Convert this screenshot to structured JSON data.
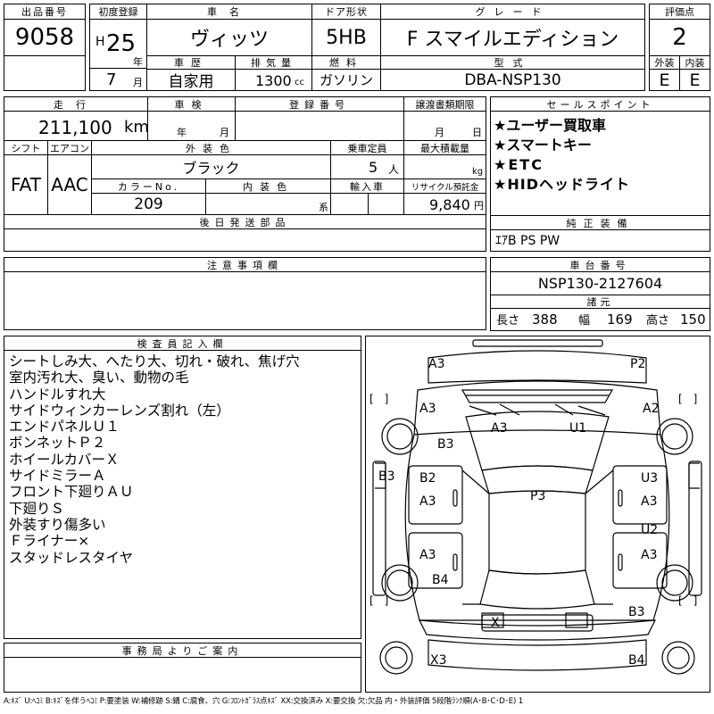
{
  "header": {
    "lot_label": "出品番号",
    "lot_number": "9058",
    "first_reg_label": "初度登録",
    "era": "H",
    "year": "25",
    "year_unit": "年",
    "month": "7",
    "month_unit": "月",
    "car_name_label": "車名",
    "car_name": "ヴィッツ",
    "door_label": "ドア形状",
    "door": "5HB",
    "grade_label": "グレード",
    "grade": "F スマイルエディション",
    "score_label": "評価点",
    "score": "2",
    "history_label": "車歴",
    "history": "自家用",
    "displacement_label": "排気量",
    "displacement": "1300",
    "displacement_unit": "cc",
    "fuel_label": "燃料",
    "fuel": "ガソリン",
    "model_label": "型式",
    "model": "DBA-NSP130",
    "exterior_label": "外装",
    "exterior": "E",
    "interior_label": "内装",
    "interior": "E"
  },
  "details": {
    "mileage_label": "走行",
    "mileage": "211,100",
    "mileage_unit": "km",
    "inspection_label": "車検",
    "year_unit": "年",
    "month_unit": "月",
    "day_unit": "日",
    "reg_no_label": "登録番号",
    "transfer_label": "譲渡書類期限",
    "shift_label": "シフト",
    "shift": "FAT",
    "ac_label": "エアコン",
    "ac": "AAC",
    "color_label": "外装色",
    "color": "ブラック",
    "capacity_label": "乗車定員",
    "capacity": "5",
    "capacity_unit": "人",
    "load_label": "最大積載量",
    "load_unit": "kg",
    "color_no_label": "カラーNo.",
    "color_no": "209",
    "int_color_label": "内装色",
    "int_color_unit": "系",
    "import_label": "輸入車",
    "recycle_label": "リサイクル預託金",
    "recycle": "9,840",
    "recycle_unit": "円",
    "later_parts_label": "後日発送部品"
  },
  "sales": {
    "label": "セールスポイント",
    "items": [
      "★ユーザー買取車",
      "★スマートキー",
      "★ETC",
      "★HIDヘッドライト"
    ]
  },
  "equipment": {
    "label": "純正装備",
    "value": "ｴｱB PS PW"
  },
  "caution": {
    "label": "注意事項欄"
  },
  "chassis": {
    "label": "車台番号",
    "value": "NSP130-2127604",
    "dims_label": "諸元",
    "length_label": "長さ",
    "length": "388",
    "width_label": "幅",
    "width": "169",
    "height_label": "高さ",
    "height": "150"
  },
  "inspector": {
    "label": "検査員記入欄",
    "notes": [
      "シートしみ大、へたり大、切れ・破れ、焦げ穴",
      "室内汚れ大、臭い、動物の毛",
      "ハンドルすれ大",
      "サイドウィンカーレンズ割れ（左）",
      "エンドパネルＵ１",
      "ボンネットＰ２",
      "ホイールカバーＸ",
      "サイドミラーＡ",
      "フロント下廻りＡＵ",
      "下廻りＳ",
      "外装すり傷多い",
      "Ｆライナー×",
      "スタッドレスタイヤ"
    ]
  },
  "diagram": {
    "marks": {
      "a3_fl": "A3",
      "p2": "P2",
      "a3_l": "A3",
      "a2": "A2",
      "b3_hood": "B3",
      "a3_hood": "A3",
      "u1": "U1",
      "b3_side": "B3",
      "b2": "B2",
      "a3_l2": "A3",
      "u3": "U3",
      "a3_r1": "A3",
      "p3": "P3",
      "u2": "U2",
      "a3_l3": "A3",
      "a3_r2": "A3",
      "b4_l": "B4",
      "b3_r": "B3",
      "x_rear": "X",
      "x3": "X3",
      "b4_rr": "B4"
    },
    "bracket_l": "[　]",
    "bracket_r": "[　]"
  },
  "office": {
    "label": "事務局よりご案内"
  },
  "legend": "A:ｷｽﾞ U:ﾍｺﾐ B:ｷｽﾞを伴うﾍｺﾐ P:要塗装 W:補修跡 S:錆 C:腐食、穴 G:ﾌﾛﾝﾄｶﾞﾗｽ点ｷｽﾞ XX:交換済み X:要交換 欠:欠品 内・外装評価 5段階ﾗﾝｸ順(A･B･C･D･E) 1"
}
